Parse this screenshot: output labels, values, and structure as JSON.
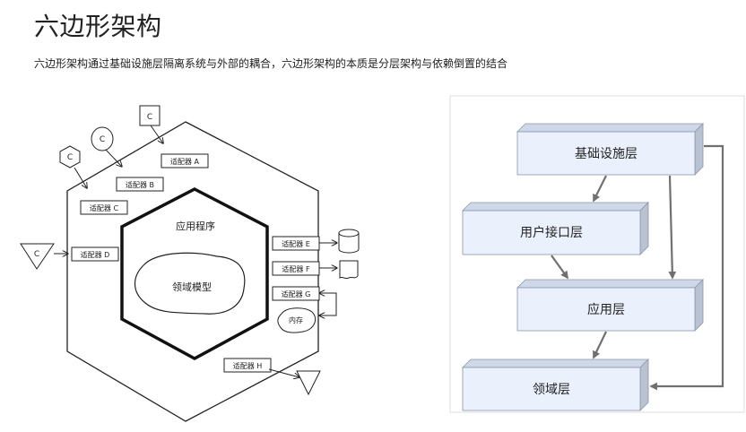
{
  "page": {
    "title": "六边形架构",
    "description": "六边形架构通过基础设施层隔离系统与外部的耦合，六边形架构的本质是分层架构与依赖倒置的结合"
  },
  "hexagon_diagram": {
    "inner_label": "应用程序",
    "domain_label": "领域模型",
    "actors": {
      "c_square": "C",
      "c_circle": "C",
      "c_hexagon": "C",
      "c_triangle": "C"
    },
    "adapters": {
      "a": "适配器 A",
      "b": "适配器 B",
      "c": "适配器 C",
      "d": "适配器 D",
      "e": "适配器 E",
      "f": "适配器 F",
      "g": "适配器 G",
      "h": "适配器 H"
    },
    "memory_label": "内存"
  },
  "layer_diagram": {
    "infrastructure": "基础设施层",
    "user_interface": "用户接口层",
    "application": "应用层",
    "domain": "领域层"
  },
  "colors": {
    "layer_front": "#eaf1fc",
    "layer_side": "#b9c2d1",
    "layer_top": "#ced8e8",
    "layer_border": "#8a97ab",
    "layer_arrow": "#707070"
  }
}
